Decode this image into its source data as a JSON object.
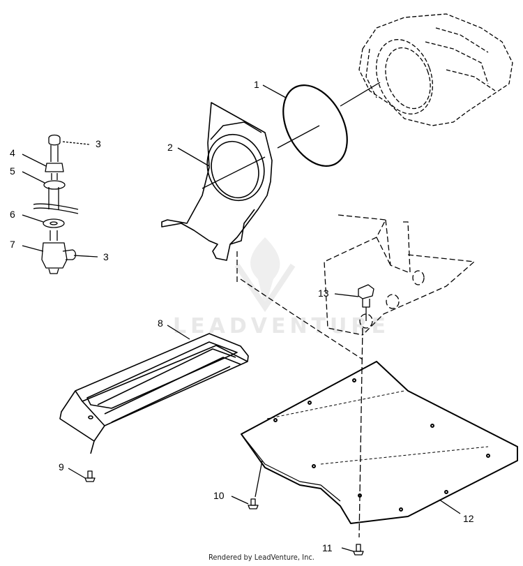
{
  "watermark": {
    "brand": "LEADVENTURE"
  },
  "footer": {
    "credit": "Rendered by LeadVenture, Inc."
  },
  "callouts": [
    {
      "id": "1",
      "label": "1"
    },
    {
      "id": "2",
      "label": "2"
    },
    {
      "id": "3a",
      "label": "3"
    },
    {
      "id": "4",
      "label": "4"
    },
    {
      "id": "5",
      "label": "5"
    },
    {
      "id": "6",
      "label": "6"
    },
    {
      "id": "7",
      "label": "7"
    },
    {
      "id": "3b",
      "label": "3"
    },
    {
      "id": "8",
      "label": "8"
    },
    {
      "id": "9",
      "label": "9"
    },
    {
      "id": "10",
      "label": "10"
    },
    {
      "id": "11",
      "label": "11"
    },
    {
      "id": "12",
      "label": "12"
    },
    {
      "id": "13",
      "label": "13"
    }
  ]
}
